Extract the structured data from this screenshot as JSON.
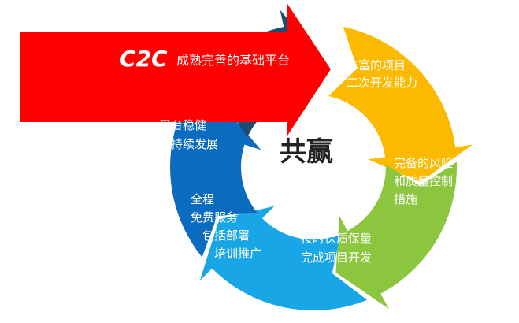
{
  "center": {
    "label": "共赢"
  },
  "banner": {
    "brand": "C2C",
    "text": "成熟完善的基础平台",
    "color": "#ff0000"
  },
  "segments": [
    {
      "id": "yellow",
      "color": "#fbb900",
      "lines": [
        "丰富的项目",
        "二次开发能力"
      ]
    },
    {
      "id": "green",
      "color": "#8cc63f",
      "lines": [
        "完备的风险",
        "和质量控制",
        "措施"
      ]
    },
    {
      "id": "lightblue",
      "color": "#19a6e6",
      "lines": [
        "按时保质保量",
        "完成项目开发"
      ]
    },
    {
      "id": "blue",
      "color": "#0b6cbf",
      "lines": [
        "全程",
        "免费服务",
        "包括部署",
        "培训推广"
      ]
    },
    {
      "id": "navy",
      "color": "#1f4a72",
      "lines": [
        "平台稳健",
        "可持续发展"
      ]
    }
  ]
}
